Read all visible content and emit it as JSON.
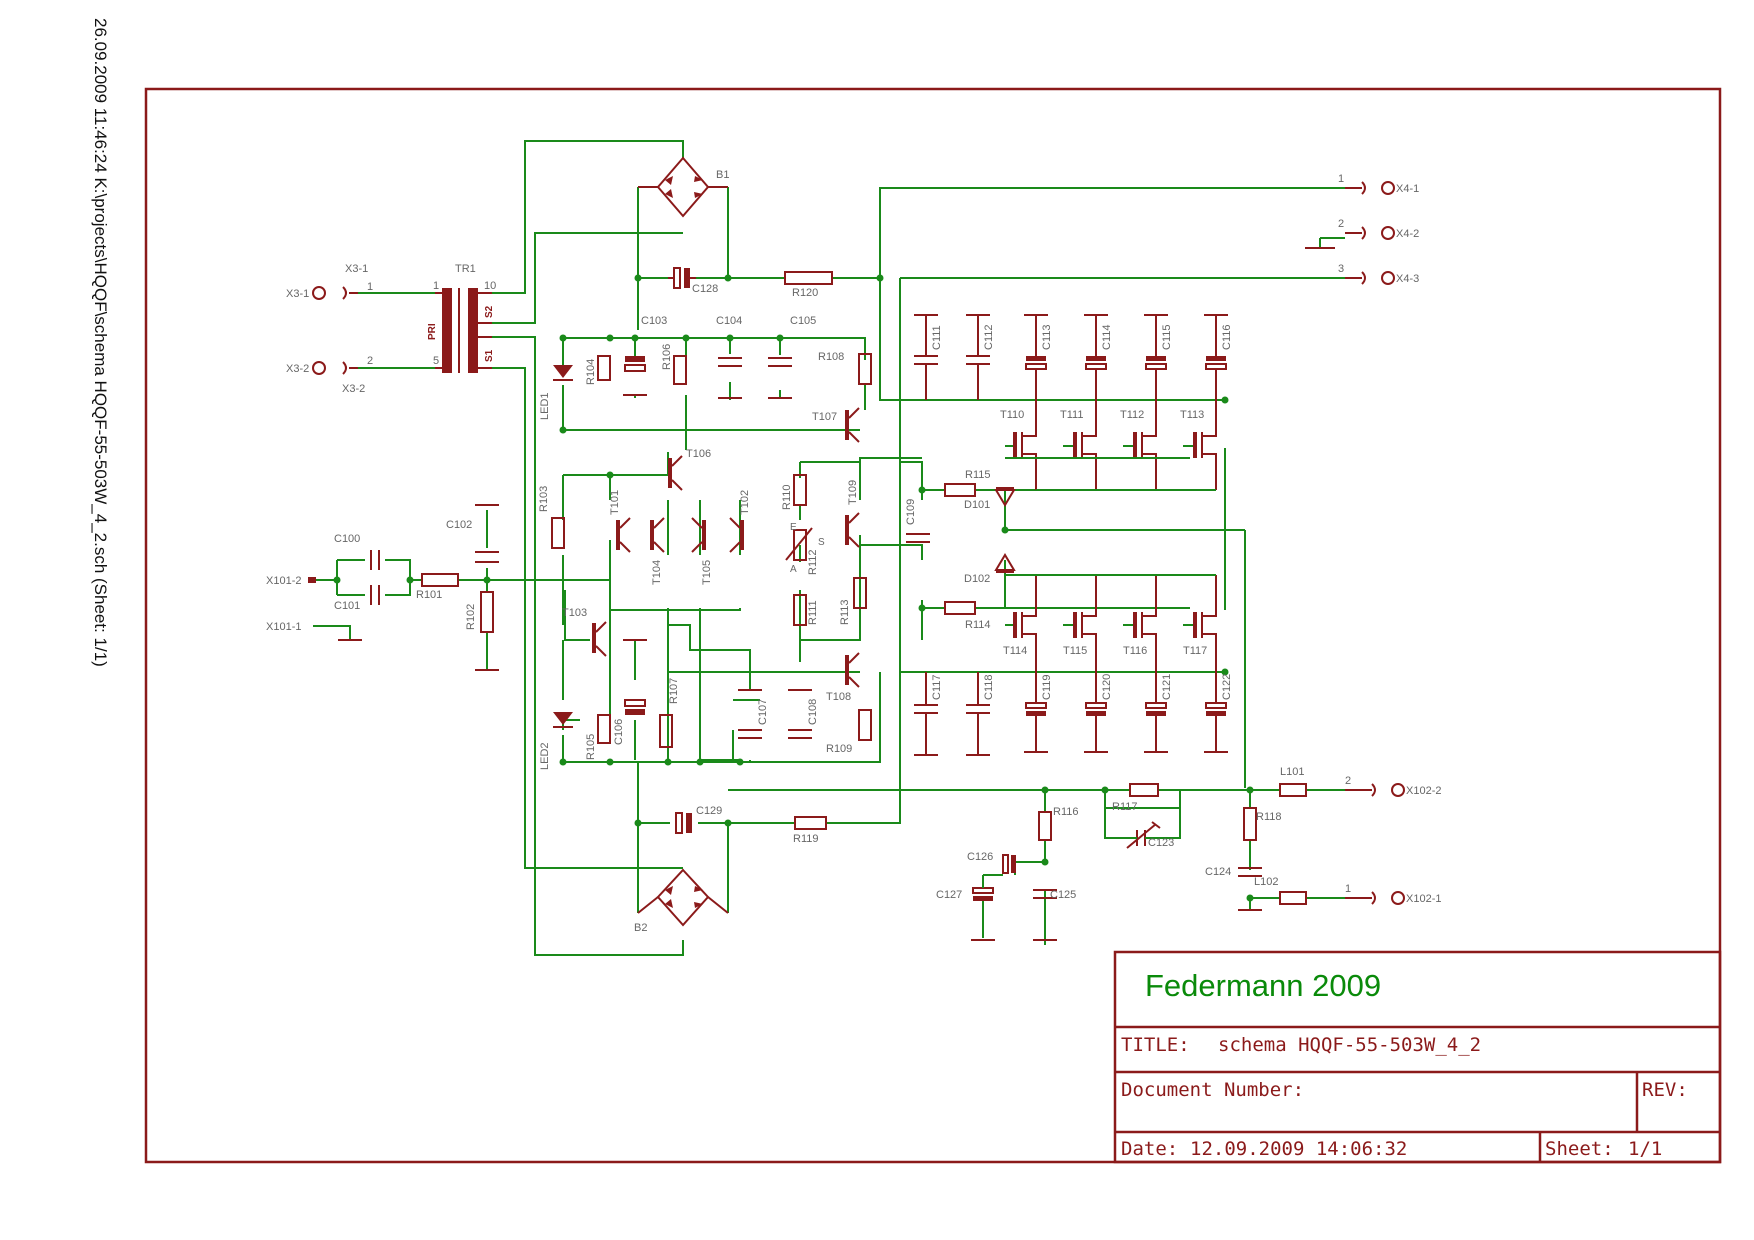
{
  "side_note": "26.09.2009 11:46:24   K:\\projects\\HQQF\\schema HQQF-55-503W_4_2.sch (Sheet: 1/1)",
  "title_block": {
    "company": "Federmann 2009",
    "title_label": "TITLE:",
    "title_value": "schema HQQF-55-503W_4_2",
    "document_number_label": "Document Number:",
    "rev_label": "REV:",
    "date_label": "Date:",
    "date_value": "12.09.2009 14:06:32",
    "sheet_label": "Sheet:",
    "sheet_value": "1/1"
  },
  "connectors": {
    "x3_1": "X3-1",
    "x3_2": "X3-2",
    "x101_2": "X101-2",
    "x101_1": "X101-1",
    "x4_1": "X4-1",
    "x4_2": "X4-2",
    "x4_3": "X4-3",
    "x102_2": "X102-2",
    "x102_1": "X102-1",
    "pin1": "1",
    "pin2": "2",
    "pin3": "3",
    "pin5": "5",
    "pin10": "10"
  },
  "transformer": {
    "name": "TR1",
    "pri": "PRI",
    "s1": "S1",
    "s2": "S2"
  },
  "bridges": {
    "b1": "B1",
    "b2": "B2"
  },
  "capacitors": {
    "c100": "C100",
    "c101": "C101",
    "c102": "C102",
    "c103": "C103",
    "c104": "C104",
    "c105": "C105",
    "c106": "C106",
    "c107": "C107",
    "c108": "C108",
    "c109": "C109",
    "c111": "C111",
    "c112": "C112",
    "c113": "C113",
    "c114": "C114",
    "c115": "C115",
    "c116": "C116",
    "c117": "C117",
    "c118": "C118",
    "c119": "C119",
    "c120": "C120",
    "c121": "C121",
    "c122": "C122",
    "c123": "C123",
    "c124": "C124",
    "c125": "C125",
    "c126": "C126",
    "c127": "C127",
    "c128": "C128",
    "c129": "C129"
  },
  "resistors": {
    "r101": "R101",
    "r102": "R102",
    "r103": "R103",
    "r104": "R104",
    "r105": "R105",
    "r106": "R106",
    "r107": "R107",
    "r108": "R108",
    "r109": "R109",
    "r110": "R110",
    "r111": "R111",
    "r112": "R112",
    "r113": "R113",
    "r114": "R114",
    "r115": "R115",
    "r116": "R116",
    "r117": "R117",
    "r118": "R118",
    "r119": "R119",
    "r120": "R120"
  },
  "transistors": {
    "t101": "T101",
    "t102": "T102",
    "t103": "T103",
    "t104": "T104",
    "t105": "T105",
    "t106": "T106",
    "t107": "T107",
    "t108": "T108",
    "t109": "T109",
    "t110": "T110",
    "t111": "T111",
    "t112": "T112",
    "t113": "T113",
    "t114": "T114",
    "t115": "T115",
    "t116": "T116",
    "t117": "T117"
  },
  "diodes": {
    "d101": "D101",
    "d102": "D102",
    "led1": "LED1",
    "led2": "LED2"
  },
  "inductors": {
    "l101": "L101",
    "l102": "L102"
  },
  "pot_pins": {
    "a": "A",
    "e": "E",
    "s": "S"
  }
}
